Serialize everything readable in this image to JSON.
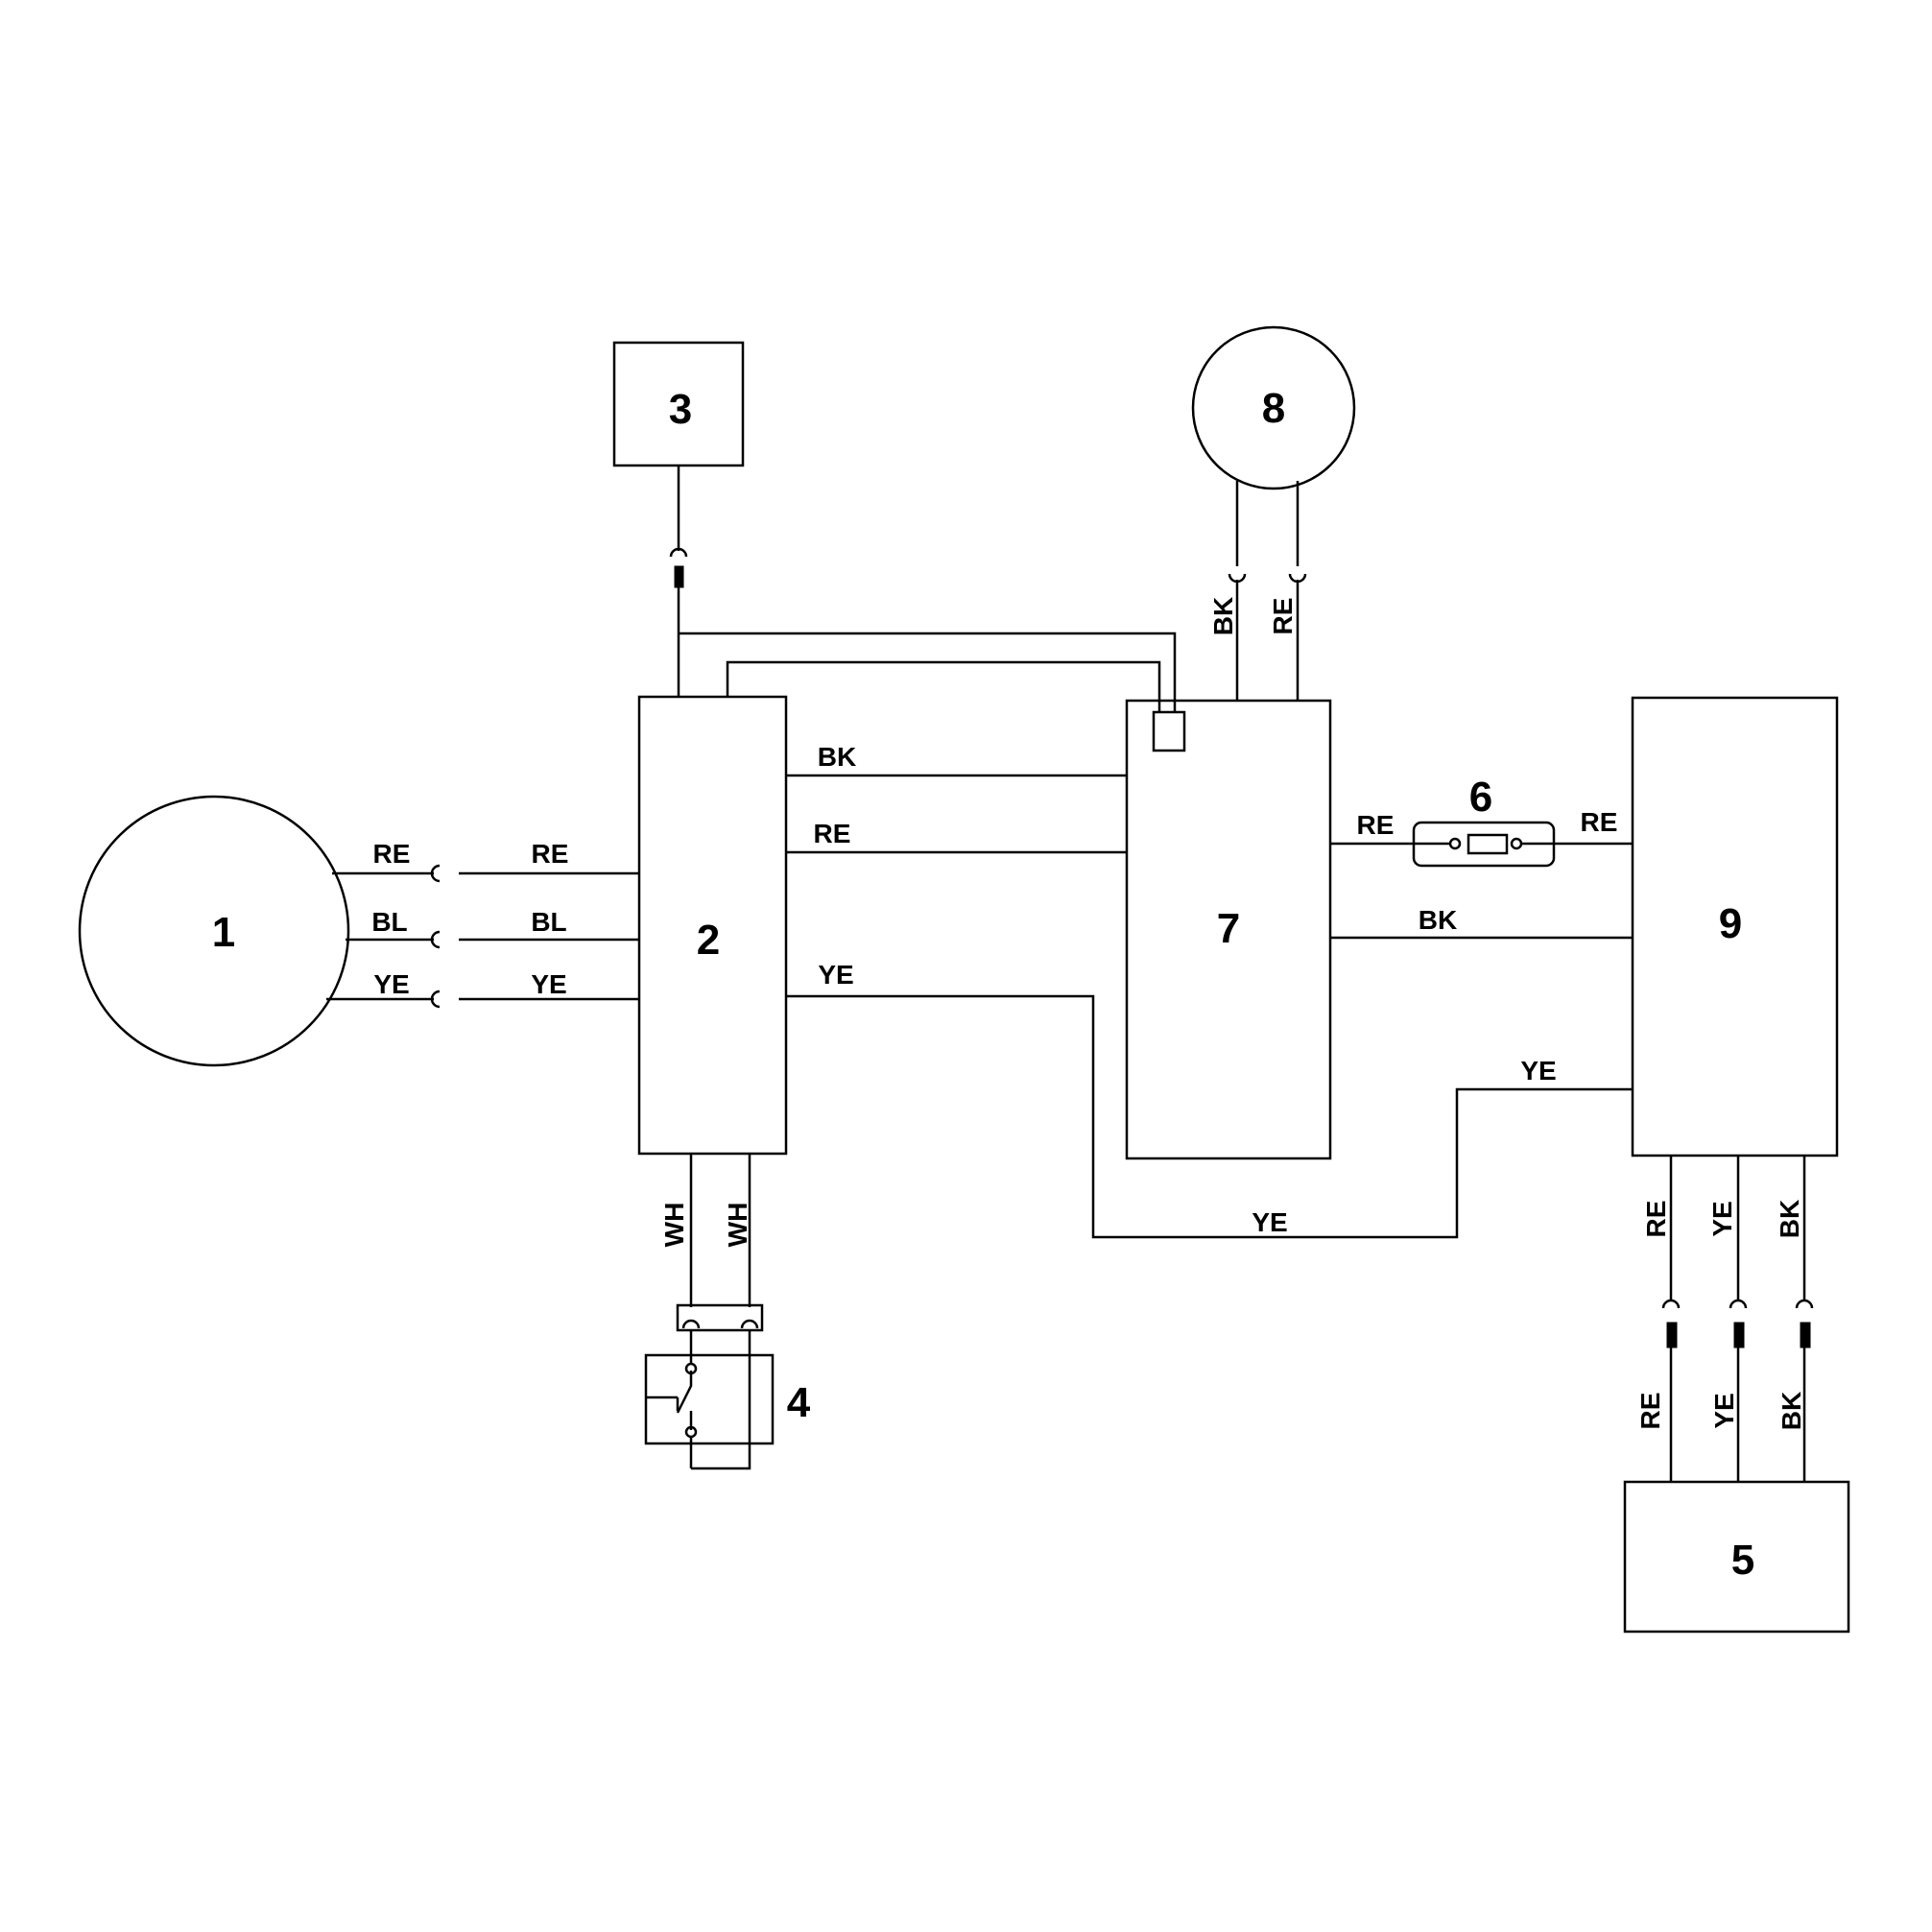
{
  "components": {
    "c1": "1",
    "c2": "2",
    "c3": "3",
    "c4": "4",
    "c5": "5",
    "c6": "6",
    "c7": "7",
    "c8": "8",
    "c9": "9"
  },
  "wires": {
    "c1_c2_outer": [
      "RE",
      "BL",
      "YE"
    ],
    "c1_c2_inner": [
      "RE",
      "BL",
      "YE"
    ],
    "c2_c7": [
      "BK",
      "RE",
      "YE"
    ],
    "c2_bottom": [
      "WH",
      "WH"
    ],
    "c8_c7": [
      "BK",
      "RE"
    ],
    "c7_fuse": "RE",
    "fuse_c9": "RE",
    "c7_c9": "BK",
    "c9_loop": "YE",
    "yellow_bottom": "YE",
    "c9_bottom": [
      "RE",
      "YE",
      "BK"
    ],
    "c5_top": [
      "RE",
      "YE",
      "BK"
    ]
  }
}
